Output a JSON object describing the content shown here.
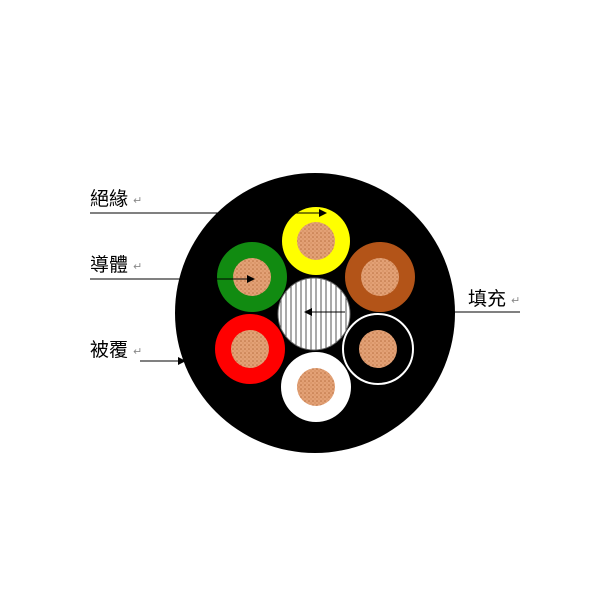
{
  "labels": {
    "insulation": "絕緣",
    "conductor": "導體",
    "sheath": "被覆",
    "filler": "填充",
    "return_mark": "↵"
  },
  "colors": {
    "sheath": "#000000",
    "copper": "#e3a176",
    "copper_dot": "#b9703f",
    "filler_fill": "#ffffff",
    "filler_stripe": "#555555",
    "cores": {
      "yellow": "#ffff00",
      "brown": "#b35418",
      "black": "#000000",
      "black_outline": "#ffffff",
      "white": "#ffffff",
      "red": "#ff0000",
      "green": "#118b11"
    }
  },
  "cores": [
    "yellow",
    "brown",
    "black",
    "white",
    "red",
    "green"
  ]
}
